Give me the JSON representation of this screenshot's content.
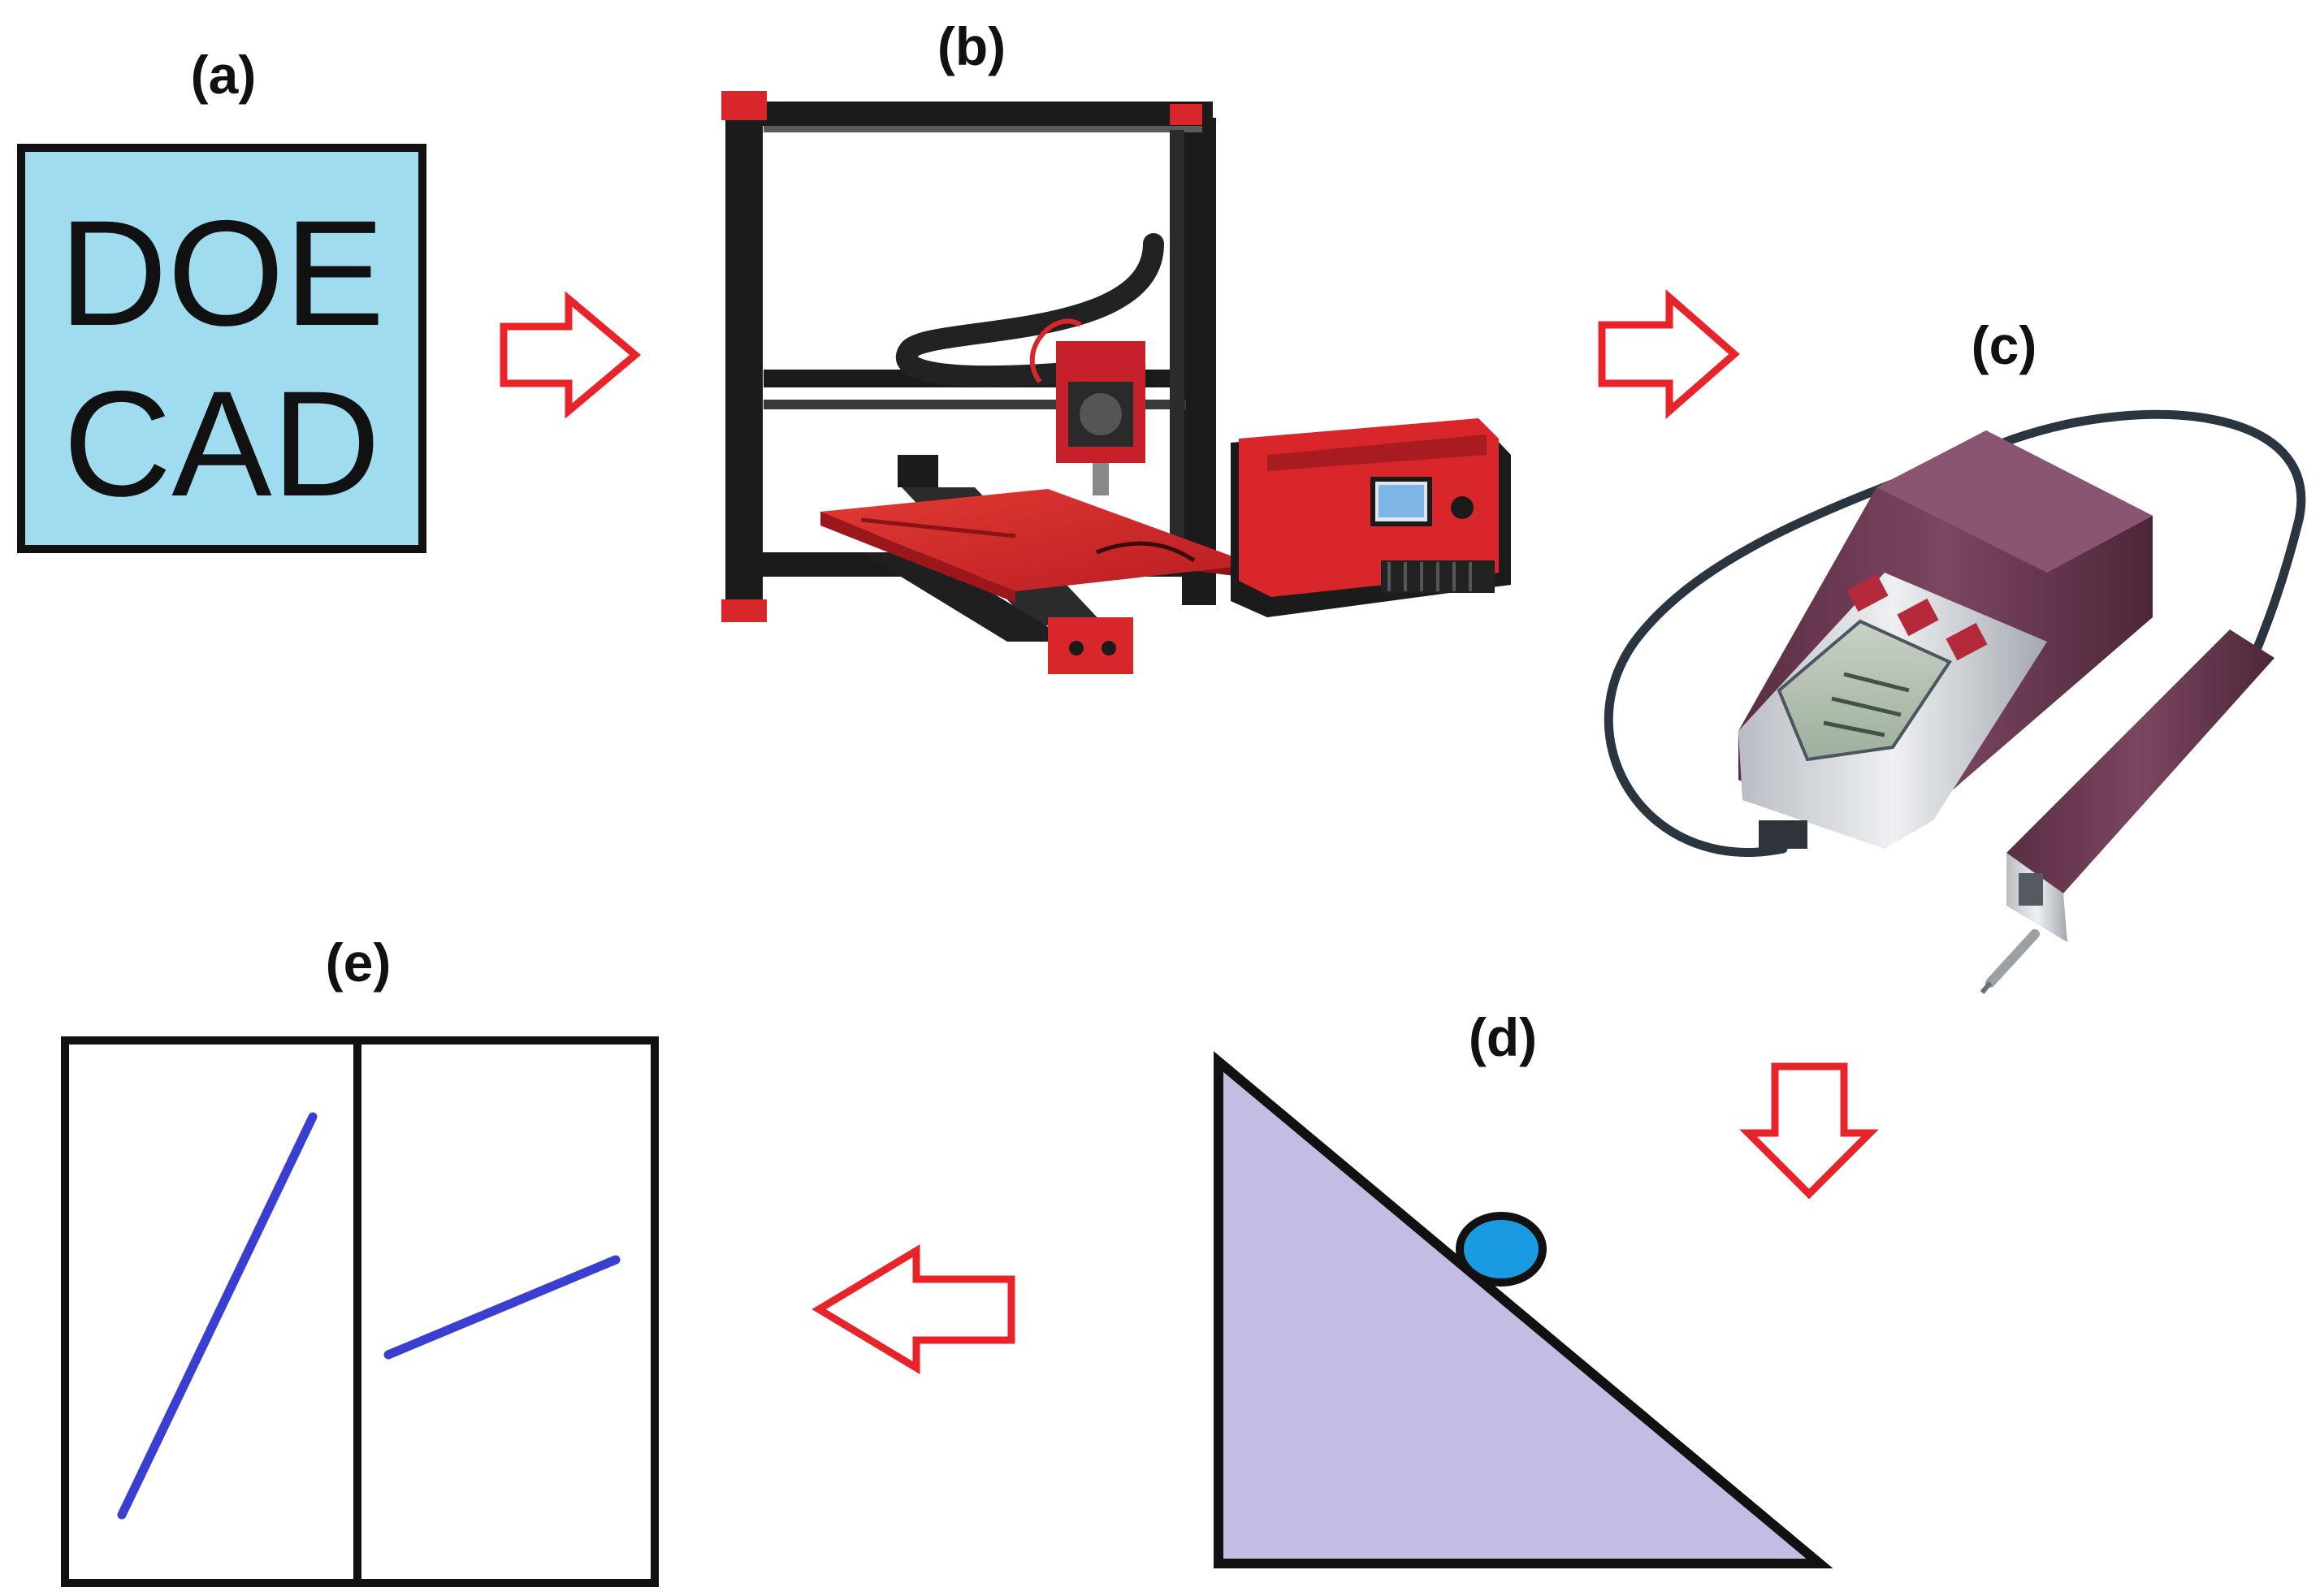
{
  "labels": {
    "a": "(a)",
    "b": "(b)",
    "c": "(c)",
    "d": "(d)",
    "e": "(e)"
  },
  "box_a": {
    "line1": "DOE",
    "line2": "CAD"
  },
  "colors": {
    "box_fill": "#9fdcef",
    "arrow_stroke": "#e8232a",
    "incline_fill": "#c5bce4",
    "ball_fill": "#1a9ae0",
    "plot_line": "#3a3fd1",
    "printer_frame": "#1b1b1b",
    "printer_red": "#d9262a",
    "device_body": "#6b3b4f"
  },
  "icons": {
    "printer": "3d-printer-icon",
    "profilometer": "surface-roughness-tester-icon",
    "arrow": "hollow-arrow-icon"
  }
}
